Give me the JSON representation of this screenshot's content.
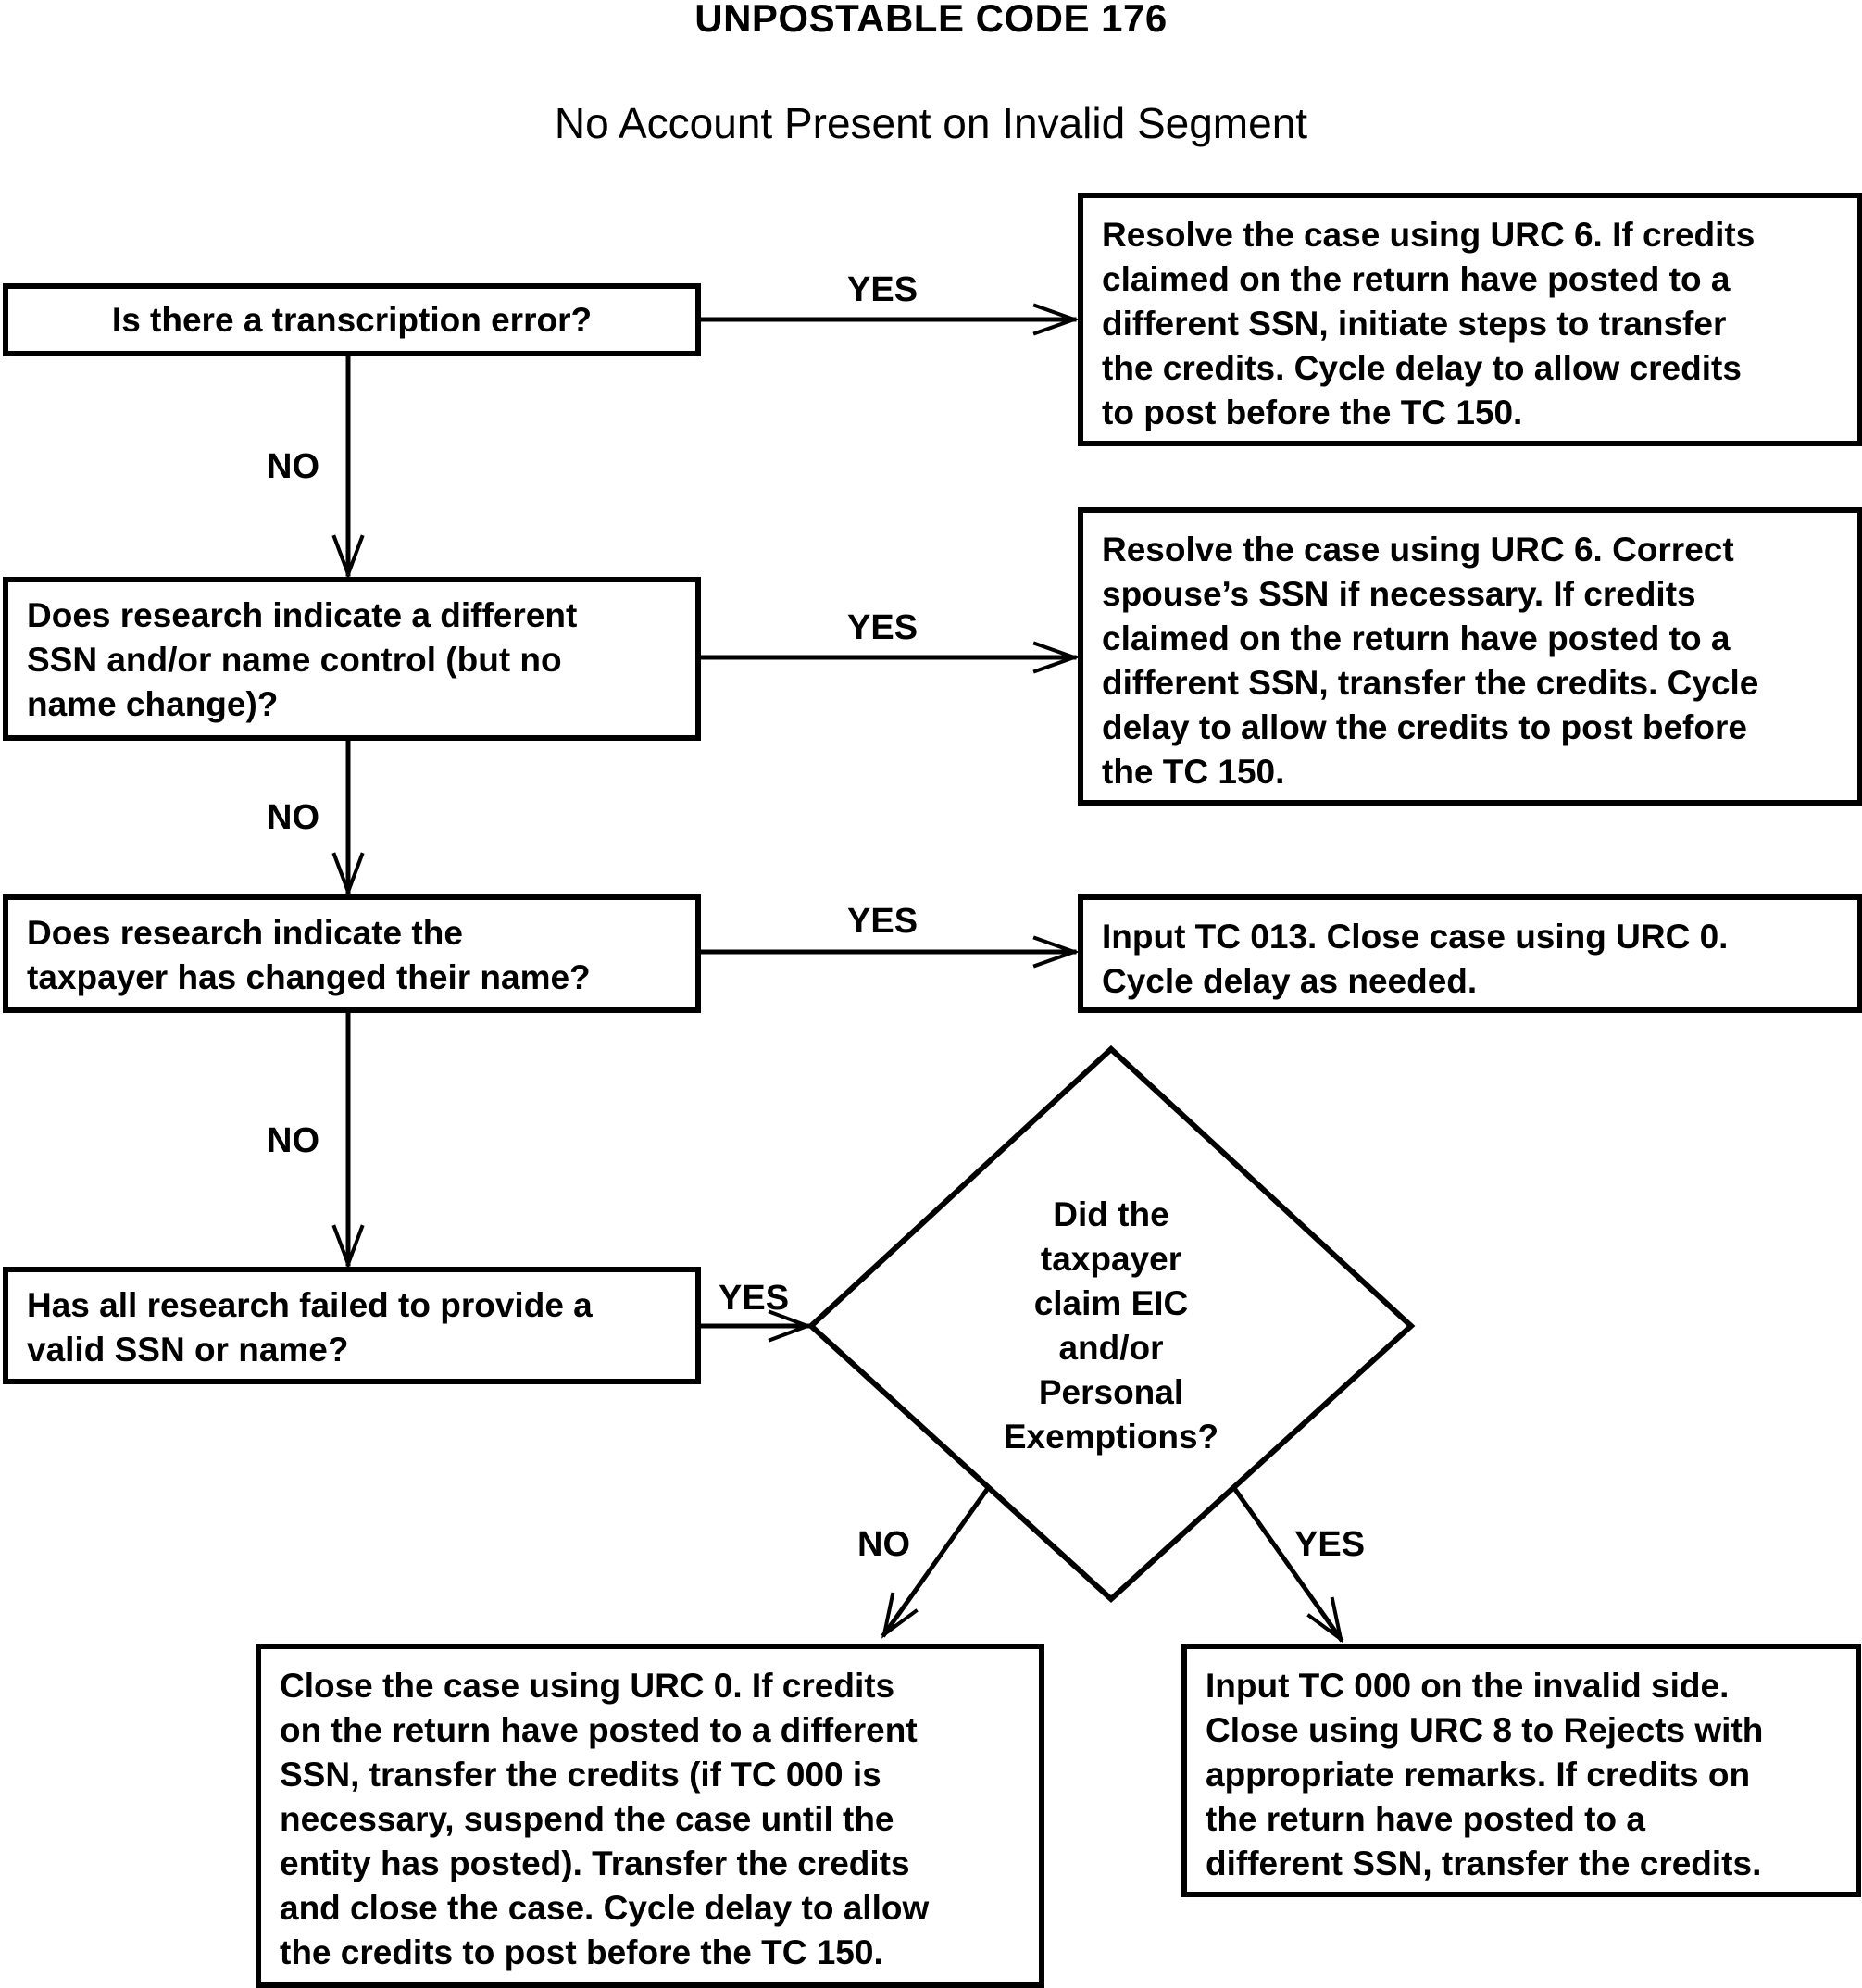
{
  "title": "UNPOSTABLE CODE 176",
  "subtitle": "No Account Present on Invalid Segment",
  "questions": {
    "q1": "Is there a transcription error?",
    "q2": "Does research indicate a different\nSSN and/or name control (but no\nname change)?",
    "q3": "Does research indicate the\ntaxpayer has changed their name?",
    "q4": "Has all research failed to provide a\nvalid SSN or name?",
    "q5": "Did the\ntaxpayer\nclaim EIC\nand/or\nPersonal\nExemptions?"
  },
  "actions": {
    "a1": "Resolve the case using URC 6. If credits\nclaimed on the return have posted to a\ndifferent SSN, initiate steps to transfer\nthe credits. Cycle delay to allow credits\nto post before the TC 150.",
    "a2": "Resolve the case using URC 6. Correct\nspouse’s SSN if necessary. If credits\nclaimed on the return have posted to a\ndifferent SSN, transfer the credits. Cycle\ndelay to allow the credits to post before\nthe TC 150.",
    "a3": "Input TC 013. Close case using URC 0.\nCycle delay as needed.",
    "a4": "Close the case using URC 0. If credits\non the return have posted to a different\nSSN, transfer the credits (if TC 000 is\nnecessary, suspend the case until the\nentity has posted). Transfer the credits\nand close the case. Cycle delay to allow\nthe credits to post before the TC 150.",
    "a5": "Input TC 000 on the invalid side.\nClose using URC 8 to Rejects with\nappropriate remarks. If credits on\nthe return have posted to a\ndifferent SSN, transfer the credits."
  },
  "labels": {
    "yes": "YES",
    "no": "NO"
  }
}
